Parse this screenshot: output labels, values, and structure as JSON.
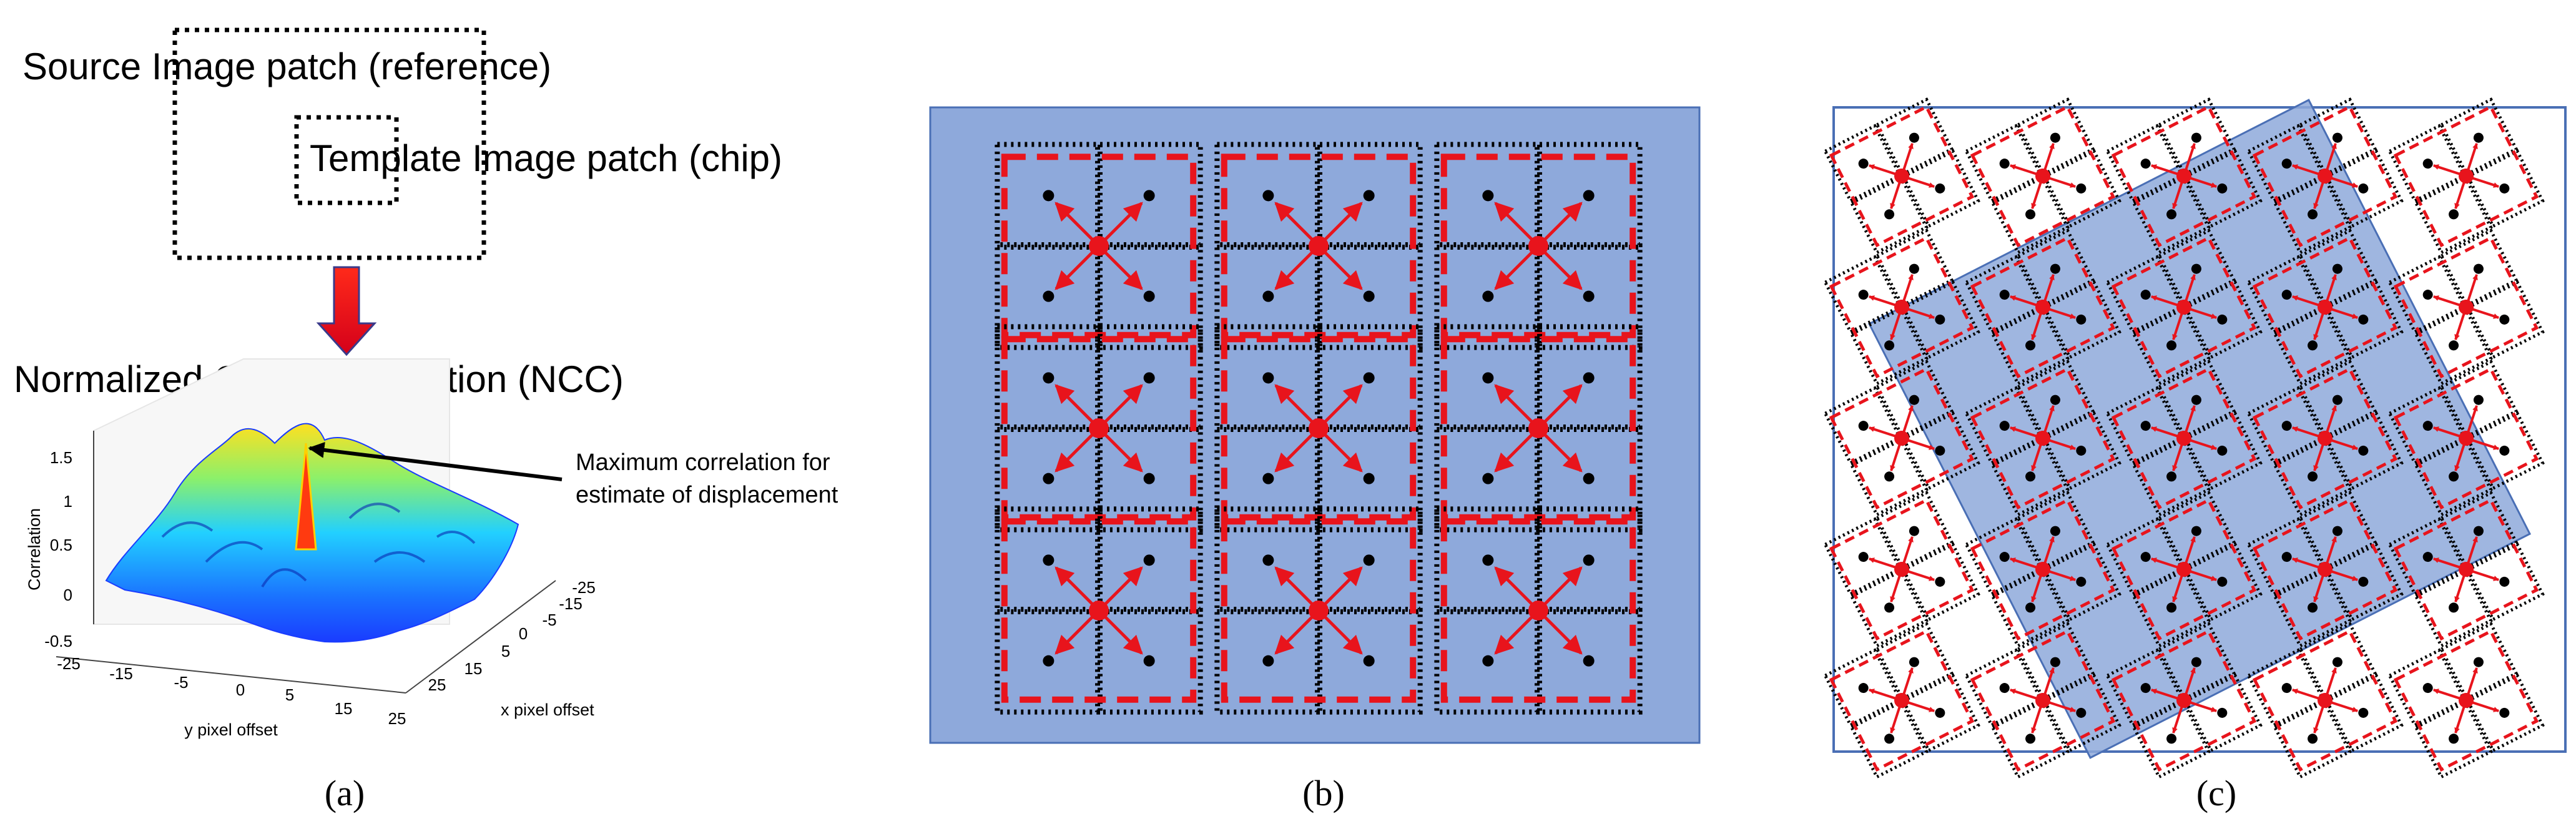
{
  "panel_a": {
    "source_label": "Source Image patch (reference)",
    "template_label": "Template Image patch (chip)",
    "ncc_title": "Normalized Cross-Correlation (NCC)",
    "annotation": [
      "Maximum correlation for",
      "estimate of displacement"
    ],
    "z_axis_label": "Correlation",
    "z_ticks": [
      "1.5",
      "1",
      "0.5",
      "0",
      "-0.5"
    ],
    "y_axis_label": "y pixel offset",
    "y_ticks": [
      "-25",
      "-15",
      "-5",
      "0",
      "5",
      "15",
      "25"
    ],
    "x_axis_label": "x pixel offset",
    "x_ticks": [
      "-25",
      "-15",
      "-5",
      "0",
      "5",
      "15",
      "25"
    ],
    "caption": "(a)"
  },
  "panel_b": {
    "caption": "(b)",
    "grid": {
      "rows": 3,
      "cols": 3
    }
  },
  "panel_c": {
    "caption": "(c)",
    "grid": {
      "rows": 5,
      "cols": 5
    },
    "rotation_deg": -27
  },
  "colors": {
    "blue_fill": "#8EA9DB",
    "blue_border": "#4A6FB5",
    "red": "#E8141C",
    "black": "#000000",
    "surface_low": "#1a3cff",
    "surface_mid": "#22d0ff",
    "surface_high": "#ffe020"
  }
}
